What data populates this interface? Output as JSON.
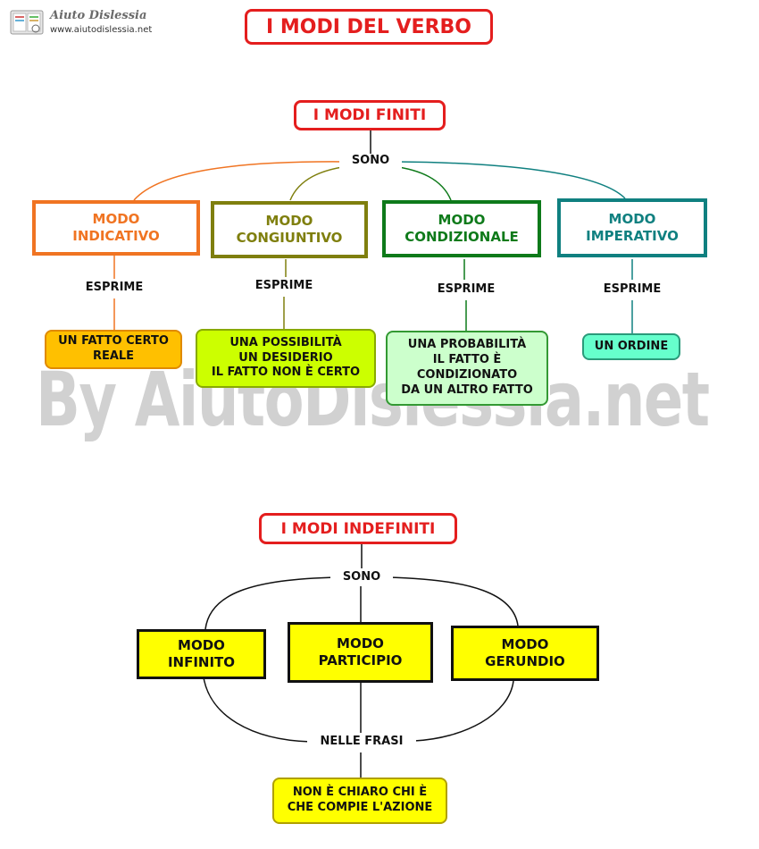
{
  "logo": {
    "title": "Aiuto Dislessia",
    "url": "www.aiutodislessia.net"
  },
  "page_title": "I MODI DEL VERBO",
  "watermark": "By AiutoDislessia.net",
  "finiti": {
    "title": "I MODI FINITI",
    "connector": "SONO",
    "modes": [
      {
        "label": "MODO\nINDICATIVO",
        "verb": "ESPRIME",
        "result": "UN FATTO CERTO\nREALE",
        "color": "#f07422",
        "fill": "#ffc000"
      },
      {
        "label": "MODO\nCONGIUNTIVO",
        "verb": "ESPRIME",
        "result": "UNA POSSIBILITÀ\nUN DESIDERIO\nIL FATTO NON È CERTO",
        "color": "#7f7f0e",
        "fill": "#ccff00"
      },
      {
        "label": "MODO\nCONDIZIONALE",
        "verb": "ESPRIME",
        "result": "UNA PROBABILITÀ\nIL FATTO È\nCONDIZIONATO\nDA UN ALTRO FATTO",
        "color": "#0e7a1a",
        "fill": "#ccffcc"
      },
      {
        "label": "MODO\nIMPERATIVO",
        "verb": "ESPRIME",
        "result": "UN ORDINE",
        "color": "#108080",
        "fill": "#66ffcc"
      }
    ]
  },
  "indefiniti": {
    "title": "I MODI INDEFINITI",
    "connector": "SONO",
    "modes": [
      {
        "label": "MODO\nINFINITO"
      },
      {
        "label": "MODO\nPARTICIPIO"
      },
      {
        "label": "MODO\nGERUNDIO"
      }
    ],
    "bottom_connector": "NELLE FRASI",
    "result": "NON È CHIARO CHI È\nCHE COMPIE L'AZIONE",
    "fill": "#ffff00"
  }
}
